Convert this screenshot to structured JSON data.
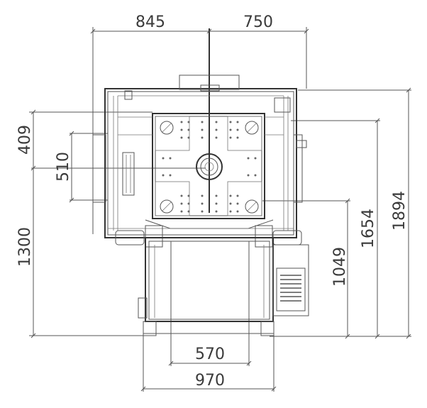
{
  "drawing": {
    "dimensions": {
      "top_left": "845",
      "top_right": "750",
      "left_upper": "409",
      "left_mid": "510",
      "left_lower": "1300",
      "right_1049": "1049",
      "right_1654": "1654",
      "right_1894": "1894",
      "bottom_inner": "570",
      "bottom_outer": "970"
    }
  }
}
